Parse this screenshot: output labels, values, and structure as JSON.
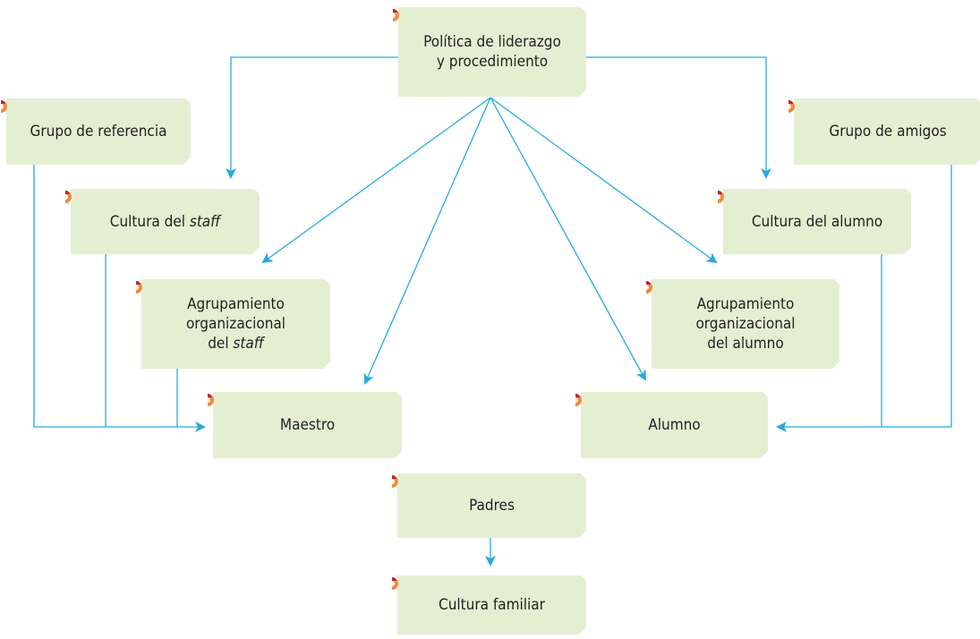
{
  "colors": {
    "box_fill": "#e4efd2",
    "connector": "#29a9e0",
    "badge_outer": "#f08a3c",
    "badge_inner": "#c0203a"
  },
  "nodes": {
    "politica": {
      "line1": "Política de liderazgo",
      "line2": "y procedimiento"
    },
    "grupo_referencia": {
      "label": "Grupo de referencia"
    },
    "grupo_amigos": {
      "label": "Grupo de amigos"
    },
    "cultura_staff": {
      "label": "Cultura del",
      "italic": "staff"
    },
    "cultura_alumno": {
      "label": "Cultura del alumno"
    },
    "agrup_staff": {
      "line1": "Agrupamiento",
      "line2": "organizacional",
      "line3": "del",
      "italic": "staff"
    },
    "agrup_alumno": {
      "line1": "Agrupamiento",
      "line2": "organizacional",
      "line3": "del alumno"
    },
    "maestro": {
      "label": "Maestro"
    },
    "alumno": {
      "label": "Alumno"
    },
    "padres": {
      "label": "Padres"
    },
    "cultura_familiar": {
      "label": "Cultura familiar"
    }
  },
  "edges": [
    [
      "politica",
      "cultura_staff"
    ],
    [
      "politica",
      "cultura_alumno"
    ],
    [
      "politica",
      "agrup_staff"
    ],
    [
      "politica",
      "maestro"
    ],
    [
      "politica",
      "agrup_alumno"
    ],
    [
      "politica",
      "alumno"
    ],
    [
      "grupo_referencia",
      "maestro"
    ],
    [
      "cultura_staff",
      "maestro"
    ],
    [
      "agrup_staff",
      "maestro"
    ],
    [
      "grupo_amigos",
      "alumno"
    ],
    [
      "cultura_alumno",
      "alumno"
    ],
    [
      "padres",
      "cultura_familiar"
    ]
  ]
}
